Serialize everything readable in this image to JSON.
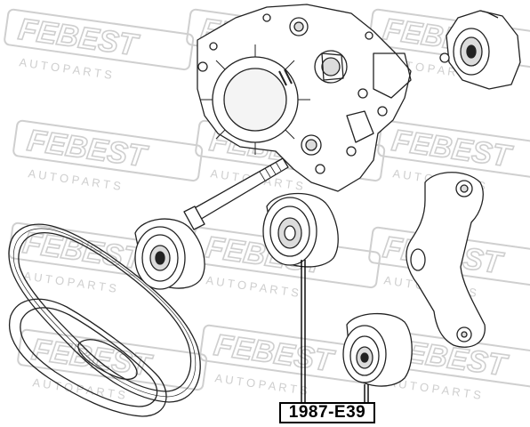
{
  "watermark": {
    "brand": "FEBEST",
    "tagline": "A U T O   P A R T S",
    "color": "#cfcfcf"
  },
  "part_number": "1987-E39",
  "colors": {
    "line": "#222222",
    "fill": "#ffffff",
    "shade": "#dcdcdc"
  }
}
